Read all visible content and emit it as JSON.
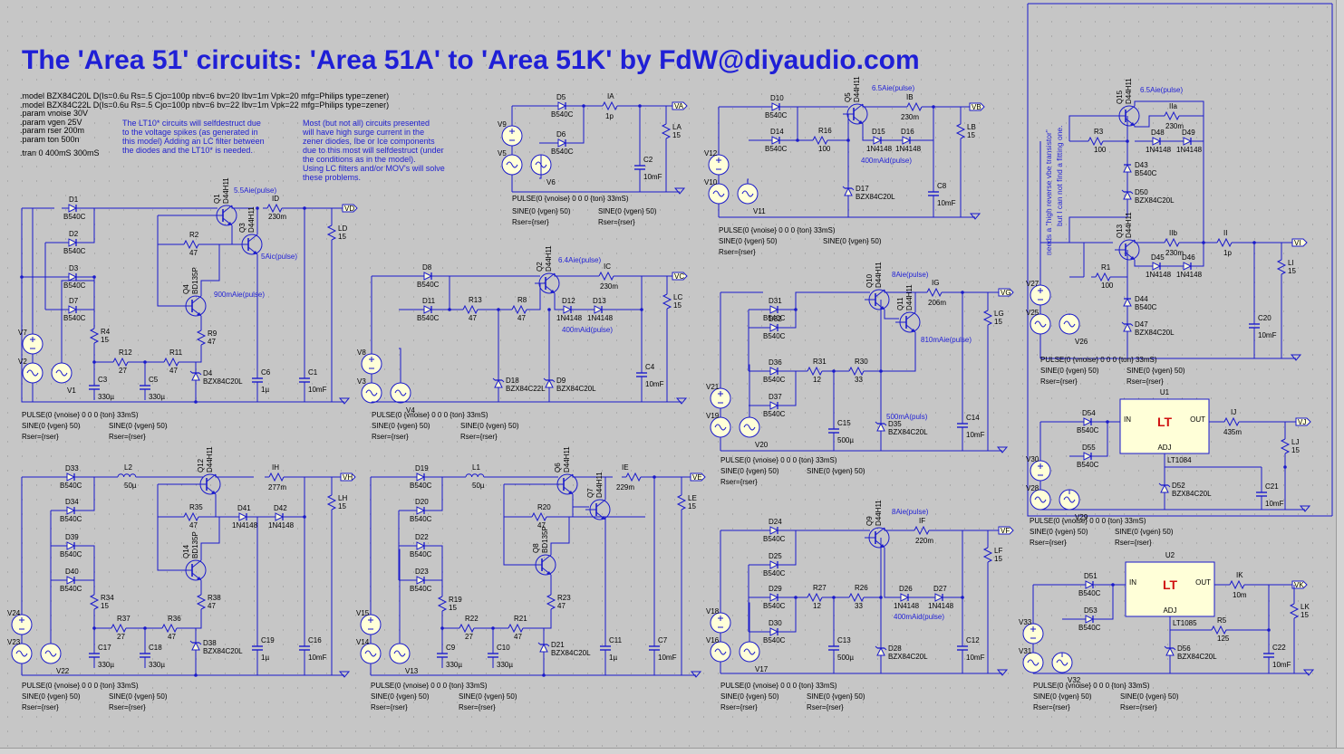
{
  "colors": {
    "background": "#c6c6c6",
    "wire": "#1a1acc",
    "label": "#000000",
    "current": "#1f1fd6",
    "title": "#1f1fd6",
    "component_fill": "#ffffd8"
  },
  "title": "The 'Area 51' circuits: 'Area 51A' to 'Area 51K' by FdW@diyaudio.com",
  "directives": [
    ".model BZX84C20L D(Is=0.6u Rs=.5 Cjo=100p nbv=6 bv=20 Ibv=1m Vpk=20 mfg=Philips type=zener)",
    ".model BZX84C22L D(Is=0.6u Rs=.5 Cjo=100p nbv=6 bv=22 Ibv=1m Vpk=22 mfg=Philips type=zener)",
    ".param vnoise 30V",
    ".param vgen 25V",
    ".param rser 200m",
    ".param ton 500n",
    "",
    ".tran 0 400mS 300mS"
  ],
  "notes": [
    {
      "id": "lt10",
      "lines": [
        "The LT10* circuits will selfdestruct due",
        "to the voltage spikes (as generated in",
        "this model) Adding an LC filter between",
        "the diodes and the LT10* is needed."
      ]
    },
    {
      "id": "surge",
      "lines": [
        "Most (but not all) circuits presented",
        "will have high surge current in the",
        "zener diodes, Ibe or Ice components",
        "due to this most will selfdestruct (under",
        "the conditions as in the model).",
        "Using LC filters and/or MOV's will solve",
        "these problems."
      ]
    },
    {
      "id": "q15",
      "lines": [
        "needs a \"high reverse vbe transistor\"",
        "but I can not find a fitting one."
      ]
    }
  ],
  "sources": {
    "pulse": "PULSE(0 {vnoise} 0 0 0 {ton} 33mS)",
    "sine": "SINE(0 {vgen} 50)",
    "rser": "Rser={rser}"
  },
  "circuits": [
    {
      "id": "A",
      "net": "VA",
      "src": [
        "V9",
        "V5",
        "V6"
      ],
      "d": [
        "D5",
        "D6"
      ],
      "dtype": "B540C",
      "cur": "IA",
      "ind": "1p",
      "cap": "C2",
      "capv": "10mF",
      "load": "LA",
      "loadv": "15"
    },
    {
      "id": "B",
      "net": "VB",
      "src": [
        "V12",
        "V10",
        "V11"
      ],
      "d": [
        "D10",
        "D14"
      ],
      "dtype": "B540C",
      "q": [
        "Q5"
      ],
      "qtype": "D44H11",
      "r": [
        [
          "R16",
          "100"
        ]
      ],
      "dd": [
        "D15",
        "D16"
      ],
      "z": [
        "D17"
      ],
      "ztype": "BZX84C20L",
      "cap": "C8",
      "capv": "10mF",
      "cur": "IB",
      "ind": "230m",
      "load": "LB",
      "loadv": "15",
      "ann": [
        "6.5Aie(pulse)",
        "400mAid(pulse)"
      ]
    },
    {
      "id": "C",
      "net": "VC",
      "src": [
        "V8",
        "V3",
        "V4"
      ],
      "d": [
        "D8",
        "D11"
      ],
      "dtype": "B540C",
      "q": [
        "Q2"
      ],
      "qtype": "D44H11",
      "r": [
        [
          "R13",
          "47"
        ],
        [
          "R8",
          "47"
        ]
      ],
      "dd": [
        "D12",
        "D13"
      ],
      "z": [
        "D18",
        "D9"
      ],
      "ztype": [
        "BZX84C22L",
        "BZX84C20L"
      ],
      "cap": "C4",
      "capv": "10mF",
      "cur": "IC",
      "ind": "230m",
      "load": "LC",
      "loadv": "15",
      "ann": [
        "6.4Aie(pulse)",
        "400mAid(pulse)"
      ]
    },
    {
      "id": "D",
      "net": "VD",
      "src": [
        "V7",
        "V2",
        "V1"
      ],
      "d": [
        "D1",
        "D2",
        "D3",
        "D7"
      ],
      "dtype": "B540C",
      "q": [
        "Q1",
        "Q3",
        "Q4"
      ],
      "qtype": [
        "D44H11",
        "D44H11",
        "BD135P"
      ],
      "r": [
        [
          "R2",
          "47"
        ],
        [
          "R4",
          "15"
        ],
        [
          "R12",
          "27"
        ],
        [
          "R11",
          "47"
        ],
        [
          "R9",
          "47"
        ]
      ],
      "c": [
        [
          "C3",
          "330µ"
        ],
        [
          "C5",
          "330µ"
        ],
        [
          "C6",
          "1µ"
        ],
        [
          "C1",
          "10mF"
        ]
      ],
      "z": [
        "D4"
      ],
      "ztype": "BZX84C20L",
      "cur": "ID",
      "ind": "230m",
      "load": "LD",
      "loadv": "15",
      "ann": [
        "5.5Aie(pulse)",
        "5Aic(pulse)",
        "900mAie(pulse)"
      ]
    },
    {
      "id": "G",
      "net": "VG",
      "src": [
        "V21",
        "V19",
        "V20"
      ],
      "d": [
        "D31",
        "D32",
        "D36",
        "D37"
      ],
      "dtype": "B540C",
      "q": [
        "Q10",
        "Q11"
      ],
      "qtype": "D44H11",
      "r": [
        [
          "R31",
          "12"
        ],
        [
          "R30",
          "33"
        ]
      ],
      "c": [
        [
          "C15",
          "500µ"
        ],
        [
          "C14",
          "10mF"
        ]
      ],
      "z": [
        "D35"
      ],
      "ztype": "BZX84C20L",
      "cur": "IG",
      "ind": "206m",
      "load": "LG",
      "loadv": "15",
      "ann": [
        "8Aie(pulse)",
        "810mAie(pulse)",
        "500mA(puls)"
      ]
    },
    {
      "id": "H",
      "net": "VH",
      "src": [
        "V24",
        "V23",
        "V22"
      ],
      "d": [
        "D33",
        "D34",
        "D39",
        "D40"
      ],
      "dtype": "B540C",
      "q": [
        "Q12",
        "Q14"
      ],
      "qtype": [
        "D44H11",
        "BD135P"
      ],
      "r": [
        [
          "R35",
          "47"
        ],
        [
          "R34",
          "15"
        ],
        [
          "R37",
          "27"
        ],
        [
          "R36",
          "47"
        ],
        [
          "R38",
          "47"
        ]
      ],
      "dd": [
        "D41",
        "D42"
      ],
      "c": [
        [
          "C17",
          "330µ"
        ],
        [
          "C18",
          "330µ"
        ],
        [
          "C19",
          "1µ"
        ],
        [
          "C16",
          "10mF"
        ]
      ],
      "z": [
        "D38"
      ],
      "ztype": "BZX84C20L",
      "l": [
        "L2",
        "50µ"
      ],
      "cur": "IH",
      "ind": "277m",
      "load": "LH",
      "loadv": "15"
    },
    {
      "id": "E",
      "net": "VE",
      "src": [
        "V15",
        "V14",
        "V13"
      ],
      "d": [
        "D19",
        "D20",
        "D22",
        "D23"
      ],
      "dtype": "B540C",
      "q": [
        "Q6",
        "Q7",
        "Q8"
      ],
      "qtype": [
        "D44H11",
        "D44H11",
        "BD135P"
      ],
      "r": [
        [
          "R20",
          "47"
        ],
        [
          "R19",
          "15"
        ],
        [
          "R22",
          "27"
        ],
        [
          "R21",
          "47"
        ],
        [
          "R23",
          "47"
        ]
      ],
      "c": [
        [
          "C9",
          "330µ"
        ],
        [
          "C10",
          "330µ"
        ],
        [
          "C11",
          "1µ"
        ],
        [
          "C7",
          "10mF"
        ]
      ],
      "z": [
        "D21"
      ],
      "ztype": "BZX84C20L",
      "l": [
        "L1",
        "50µ"
      ],
      "cur": "IE",
      "ind": "229m",
      "load": "LE",
      "loadv": "15"
    },
    {
      "id": "F",
      "net": "VF",
      "src": [
        "V18",
        "V16",
        "V17"
      ],
      "d": [
        "D24",
        "D25",
        "D29",
        "D30"
      ],
      "dtype": "B540C",
      "q": [
        "Q9"
      ],
      "qtype": "D44H11",
      "r": [
        [
          "R27",
          "12"
        ],
        [
          "R26",
          "33"
        ]
      ],
      "dd": [
        "D26",
        "D27"
      ],
      "c": [
        [
          "C13",
          "500µ"
        ],
        [
          "C12",
          "10mF"
        ]
      ],
      "z": [
        "D28"
      ],
      "ztype": "BZX84C20L",
      "cur": "IF",
      "ind": "220m",
      "load": "LF",
      "loadv": "15",
      "ann": [
        "8Aie(pulse)",
        "400mAid(pulse)"
      ]
    },
    {
      "id": "I",
      "net": "VI",
      "src": [
        "V27",
        "V25",
        "V26"
      ],
      "q": [
        "Q15",
        "Q13"
      ],
      "qtype": "D44H11",
      "r": [
        [
          "R3",
          "100"
        ],
        [
          "R1",
          "100"
        ]
      ],
      "dd": [
        "D48",
        "D49",
        "D45",
        "D46"
      ],
      "ddtype": "1N4148",
      "d": [
        "D43",
        "D44"
      ],
      "dtype": "B540C",
      "z": [
        "D50",
        "D47"
      ],
      "ztype": "BZX84C20L",
      "cur": [
        "IIa",
        "IIb",
        "II"
      ],
      "ind": [
        "230m",
        "230m",
        "1p"
      ],
      "cap": "C20",
      "capv": "10mF",
      "load": "LI",
      "loadv": "15",
      "ann": [
        "6.5Aie(pulse)"
      ]
    },
    {
      "id": "J",
      "net": "VJ",
      "src": [
        "V30",
        "V28",
        "V29"
      ],
      "d": [
        "D54",
        "D55"
      ],
      "dtype": "B540C",
      "u": "U1",
      "uname": "LT1084",
      "z": [
        "D52"
      ],
      "ztype": "BZX84C20L",
      "cap": "C21",
      "capv": "10mF",
      "cur": "IJ",
      "ind": "435m",
      "load": "LJ",
      "loadv": "15"
    },
    {
      "id": "K",
      "net": "VK",
      "src": [
        "V33",
        "V31",
        "V32"
      ],
      "d": [
        "D51",
        "D53"
      ],
      "dtype": "B540C",
      "u": "U2",
      "uname": "LT1085",
      "r": [
        [
          "R5",
          "125"
        ]
      ],
      "z": [
        "D56"
      ],
      "ztype": "BZX84C20L",
      "cap": "C22",
      "capv": "10mF",
      "cur": "IK",
      "ind": "10m",
      "load": "LK",
      "loadv": "15"
    }
  ],
  "ic": {
    "pins": {
      "in": "IN",
      "out": "OUT",
      "adj": "ADJ"
    },
    "logo": "LT"
  },
  "common": {
    "diode1": "1N4148",
    "schottky": "B540C"
  }
}
